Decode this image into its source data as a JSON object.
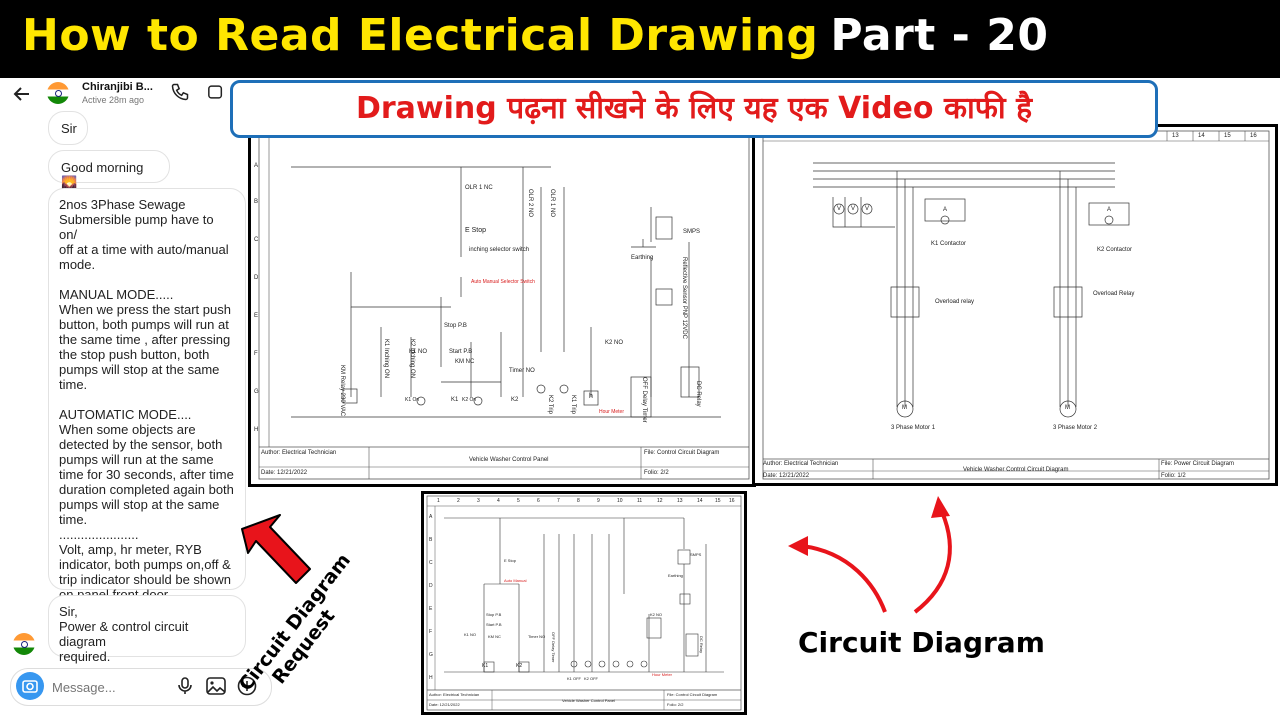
{
  "banner": {
    "title": "How to Read Electrical Drawing",
    "part": "Part - 20",
    "subtitle": "Drawing पढ़ना सीखने के लिए यह एक Video काफी है"
  },
  "chat": {
    "contact_name": "Chiranjibi B...",
    "status": "Active 28m ago",
    "messages": [
      "Sir",
      "Good morning 🌄",
      "2nos 3Phase Sewage\nSubmersible pump have to on/\noff at a time with auto/manual\nmode.\n\nMANUAL MODE.....\nWhen we press the start push\nbutton, both pumps will run at\nthe same time , after pressing\nthe stop push button, both\npumps will stop at the same\ntime.\n\nAUTOMATIC MODE....\nWhen some objects are\ndetected by the sensor, both\npumps will run at the same\ntime for 30 seconds, after time\nduration completed again both\npumps will stop at the same\ntime.\n......................\nVolt, amp, hr meter, RYB\nindicator, both pumps on,off &\ntrip indicator should be shown\non panel front door.",
      "Sir,\nPower & control circuit diagram\nrequired."
    ],
    "input_placeholder": "Message..."
  },
  "annotations": {
    "request_label": "Circuit Diagram\nRequest",
    "diagram_label": "Circuit Diagram"
  },
  "control_panel": {
    "rows": [
      "A",
      "B",
      "C",
      "D",
      "E",
      "F",
      "G",
      "H"
    ],
    "labels": {
      "olr1nc": "OLR 1 NC",
      "estop": "E Stop",
      "inching": "inching selector switch",
      "auto_manual": "Auto Manual Selector Switch",
      "stop_pb": "Stop P.B",
      "start_pb": "Start P.B",
      "k1no": "K1 NO",
      "kmnc": "KM NC",
      "k2no": "K2 NO",
      "timer_no": "Timer NO",
      "k1": "K1",
      "k2": "K2",
      "k1on": "K1 On",
      "k2on": "K2 On",
      "k1trip": "K1 Trip",
      "k2trip": "K2 Trip",
      "smps": "SMPS",
      "earthing": "Earthing",
      "reflective": "Reflective Sensor PNP 12VDC",
      "off_delay": "OFF Delay Timer",
      "dc_relay": "DC Relay",
      "km_relay": "KM Relay 230 VAC",
      "h": "h",
      "hour_meter": "Hour Meter",
      "olr2no": "OLR 2 NO",
      "olr1no": "OLR 1 NO",
      "k1_inching": "K1 Inching ON",
      "k2_inching": "K2 Inching ON"
    },
    "title_block": {
      "author": "Author: Electrical Technician",
      "date": "Date: 12/21/2022",
      "title": "Vehicle Washer Control Panel",
      "file": "File: Control Circuit Diagram",
      "folio": "Folio: 2/2"
    }
  },
  "power_panel": {
    "columns": [
      "13",
      "14",
      "15",
      "16"
    ],
    "labels": {
      "k1_contactor": "K1 Contactor",
      "k2_contactor": "K2 Contactor",
      "overload1": "Overload relay",
      "overload2": "Overload Relay",
      "motor1": "3 Phase Motor 1",
      "motor2": "3 Phase Motor 2",
      "v": "V",
      "a": "A",
      "m": "M"
    },
    "title_block": {
      "author": "Author: Electrical Technician",
      "date": "Date: 12/21/2022",
      "title": "Vehicle Washer Control Circuit Diagram",
      "file": "File: Power Circuit Diagram",
      "folio": "Folio: 1/2"
    }
  },
  "bottom_panel": {
    "columns": [
      "1",
      "2",
      "3",
      "4",
      "5",
      "6",
      "7",
      "8",
      "9",
      "10",
      "11",
      "12",
      "13",
      "14",
      "15",
      "16"
    ],
    "rows": [
      "A",
      "B",
      "C",
      "D",
      "E",
      "F",
      "G",
      "H"
    ],
    "labels": {
      "estop": "E Stop",
      "stop_pb": "Stop P.B",
      "start_pb": "Start P.B",
      "k1": "K1",
      "k2": "K2",
      "smps": "SMPS",
      "earthing": "Earthing",
      "k2no": "K2 NO",
      "k1off": "K1 OFF",
      "k2off": "K2 OFF",
      "k1no": "K1 NO",
      "kmnc": "KM NC",
      "timer_no": "Timer NO",
      "auto_manual": "Auto Manual",
      "off_delay": "OFF Delay Timer",
      "dc_relay": "DC Relay",
      "hour_meter": "Hour Meter"
    },
    "title_block": {
      "author": "Author: Electrical Technician",
      "date": "Date: 12/21/2022",
      "title": "Vehicle Washer Control Panel",
      "file": "File: Control Circuit Diagram",
      "folio": "Folio: 2/2"
    }
  },
  "colors": {
    "banner_bg": "#000000",
    "title_yellow": "#ffe600",
    "subtitle_red": "#e21b1b",
    "subtitle_border": "#1e6fb8",
    "arrow_red": "#e8141b",
    "instagram_blue": "#3797f0"
  },
  "icons": [
    "back-arrow-icon",
    "phone-icon",
    "video-icon",
    "camera-icon",
    "microphone-icon",
    "image-icon",
    "plus-icon"
  ]
}
